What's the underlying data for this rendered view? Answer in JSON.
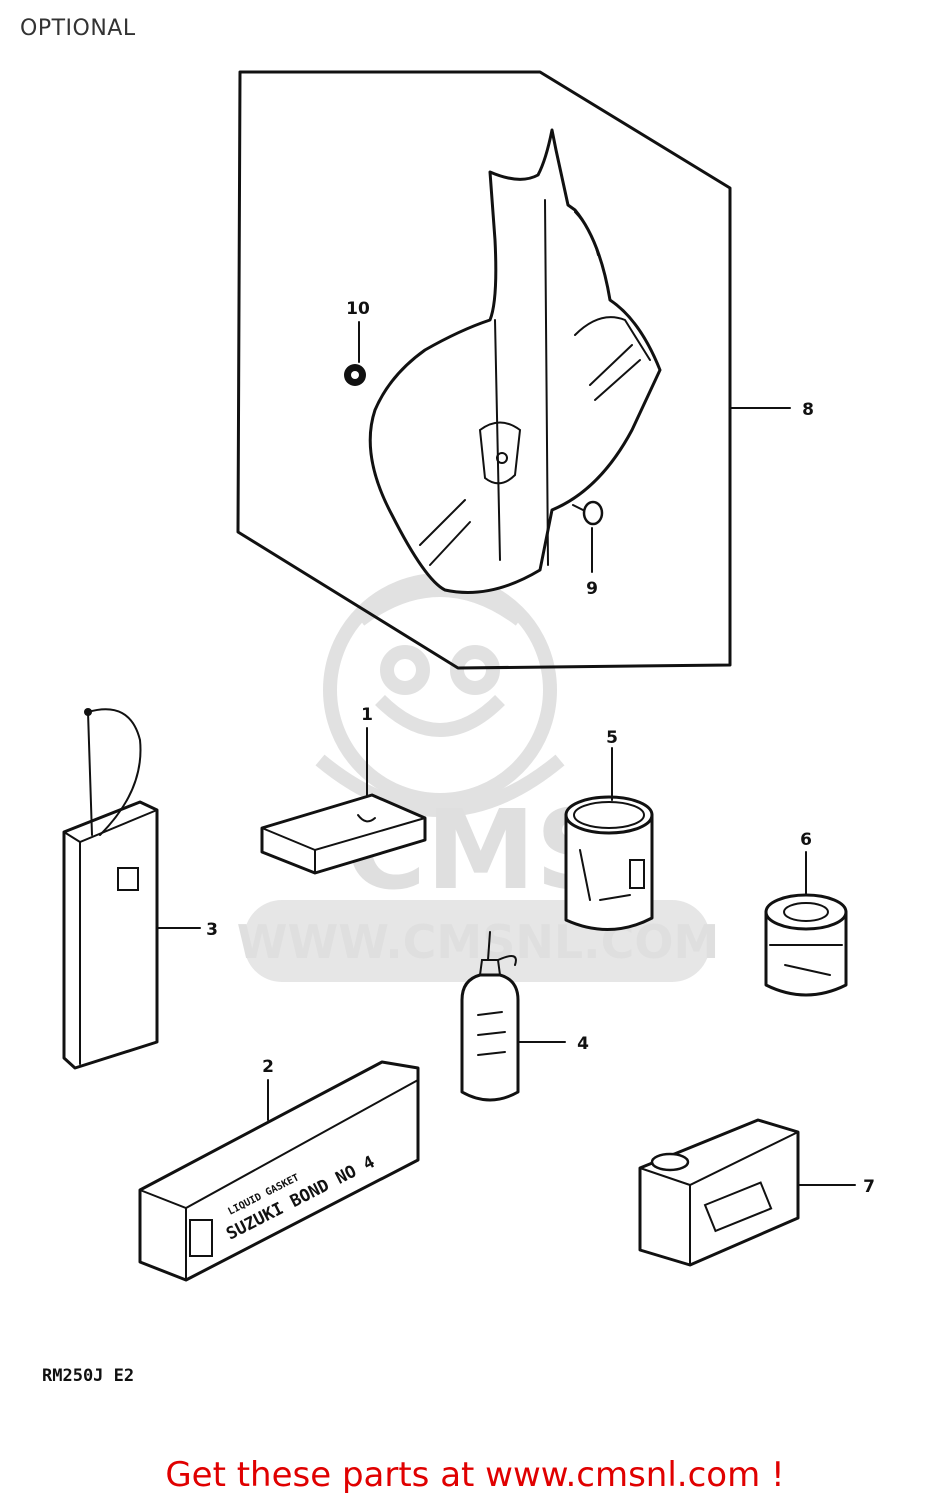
{
  "title": "OPTIONAL",
  "footer": "Get these parts at www.cmsnl.com !",
  "model_code": "RM250J E2",
  "watermark": {
    "logo_text": "CMS",
    "url": "WWW.CMSNL.COM"
  },
  "callouts": [
    {
      "number": "1"
    },
    {
      "number": "2"
    },
    {
      "number": "3"
    },
    {
      "number": "4"
    },
    {
      "number": "5"
    },
    {
      "number": "6"
    },
    {
      "number": "7"
    },
    {
      "number": "8"
    },
    {
      "number": "9"
    },
    {
      "number": "10"
    }
  ],
  "package_labels": {
    "bond_small": "LIQUID GASKET",
    "bond_main": "SUZUKI BOND NO 4"
  }
}
